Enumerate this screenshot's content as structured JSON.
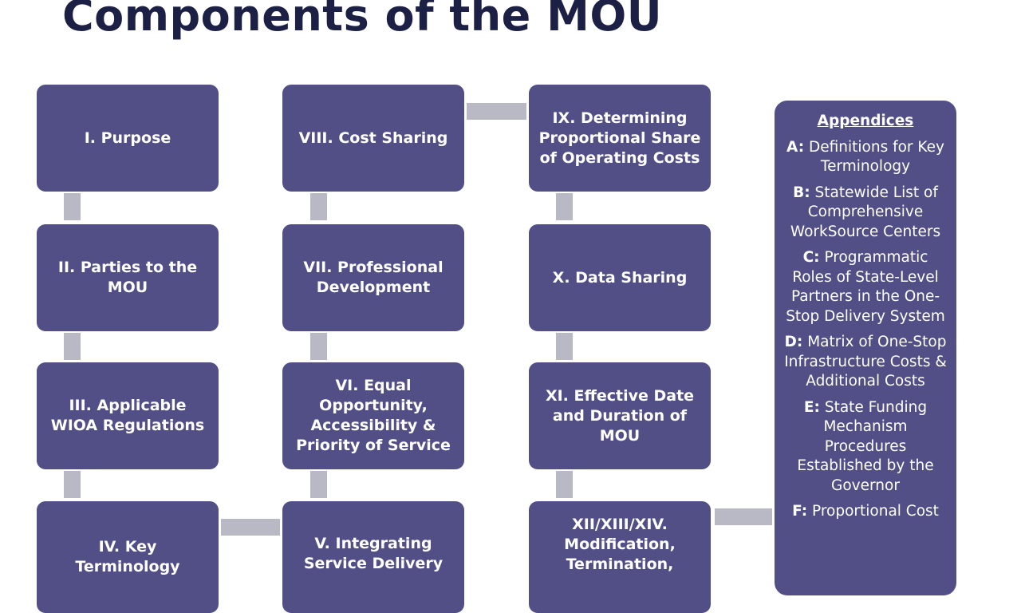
{
  "slide": {
    "title": "Components of the MOU",
    "boxes": {
      "b1": "I. Purpose",
      "b2": "II. Parties to the MOU",
      "b3": "III. Applicable WIOA Regulations",
      "b4": "IV. Key Terminology",
      "b5": "V. Integrating Service Delivery",
      "b6": "VI. Equal Opportunity, Accessibility & Priority of Service",
      "b7": "VII. Professional Development",
      "b8": "VIII. Cost Sharing",
      "b9": "IX. Determining Proportional Share of Operating Costs",
      "b10": "X. Data Sharing",
      "b11": "XI. Effective Date and Duration of MOU",
      "b12": "XII/XIII/XIV. Modification, Termination,"
    },
    "appendices": {
      "heading": "Appendices",
      "items": [
        {
          "letter": "A:",
          "text": "Definitions for Key Terminology"
        },
        {
          "letter": "B:",
          "text": "Statewide List of Comprehensive WorkSource Centers"
        },
        {
          "letter": "C:",
          "text": "Programmatic Roles of State-Level Partners in the One-Stop Delivery System"
        },
        {
          "letter": "D:",
          "text": "Matrix of One-Stop Infrastructure Costs & Additional Costs"
        },
        {
          "letter": "E:",
          "text": "State Funding Mechanism Procedures Established by the Governor"
        },
        {
          "letter": "F:",
          "text": "Proportional Cost"
        }
      ]
    },
    "colors": {
      "box": "#514f86",
      "connector": "#b9b9c6",
      "title": "#1c2045"
    }
  }
}
